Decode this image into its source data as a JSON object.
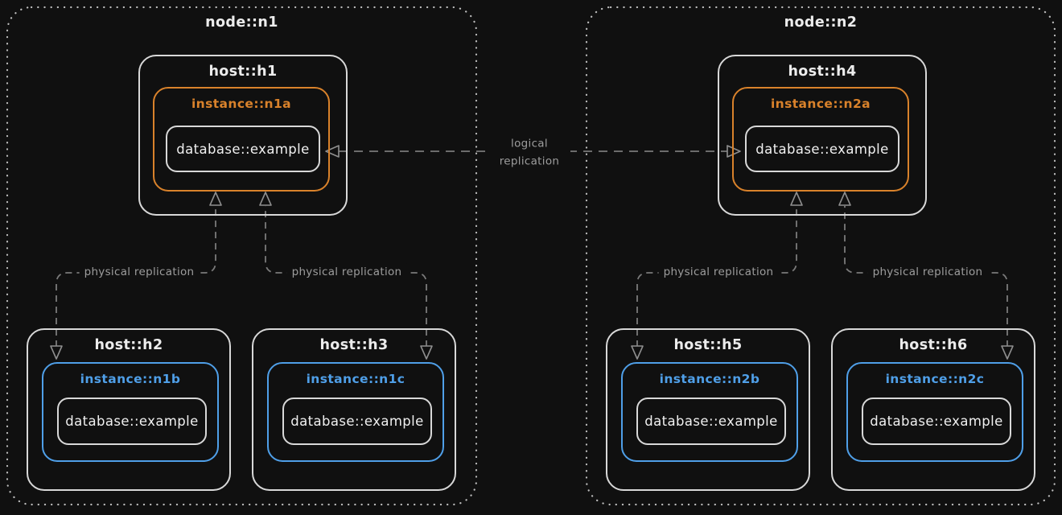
{
  "diagram": {
    "background": "#101010",
    "colors": {
      "box_border": "#d8d8d8",
      "node_border": "#bdbdbd",
      "primary_instance": "#d9822b",
      "replica_instance": "#4f9fe8",
      "edge_line": "#7a7a7a",
      "edge_label_text": "#9d9d9d",
      "label_text": "#ececec"
    },
    "nodes": [
      {
        "label": "node::n1",
        "hosts": [
          {
            "label": "host::h1",
            "instance": {
              "label": "instance::n1a",
              "color": "#d9822b",
              "database": {
                "label": "database::example"
              }
            }
          },
          {
            "label": "host::h2",
            "instance": {
              "label": "instance::n1b",
              "color": "#4f9fe8",
              "database": {
                "label": "database::example"
              }
            }
          },
          {
            "label": "host::h3",
            "instance": {
              "label": "instance::n1c",
              "color": "#4f9fe8",
              "database": {
                "label": "database::example"
              }
            }
          }
        ]
      },
      {
        "label": "node::n2",
        "hosts": [
          {
            "label": "host::h4",
            "instance": {
              "label": "instance::n2a",
              "color": "#d9822b",
              "database": {
                "label": "database::example"
              }
            }
          },
          {
            "label": "host::h5",
            "instance": {
              "label": "instance::n2b",
              "color": "#4f9fe8",
              "database": {
                "label": "database::example"
              }
            }
          },
          {
            "label": "host::h6",
            "instance": {
              "label": "instance::n2c",
              "color": "#4f9fe8",
              "database": {
                "label": "database::example"
              }
            }
          }
        ]
      }
    ],
    "edges": {
      "logical": {
        "label": "logical replication",
        "style": "dashed",
        "arrows": "both"
      },
      "physical": [
        {
          "label": "physical replication",
          "from": "host::h1",
          "to": "host::h2",
          "style": "dashed",
          "arrows": "both"
        },
        {
          "label": "physical replication",
          "from": "host::h1",
          "to": "host::h3",
          "style": "dashed",
          "arrows": "both"
        },
        {
          "label": "physical replication",
          "from": "host::h4",
          "to": "host::h5",
          "style": "dashed",
          "arrows": "both"
        },
        {
          "label": "physical replication",
          "from": "host::h4",
          "to": "host::h6",
          "style": "dashed",
          "arrows": "both"
        }
      ]
    }
  }
}
